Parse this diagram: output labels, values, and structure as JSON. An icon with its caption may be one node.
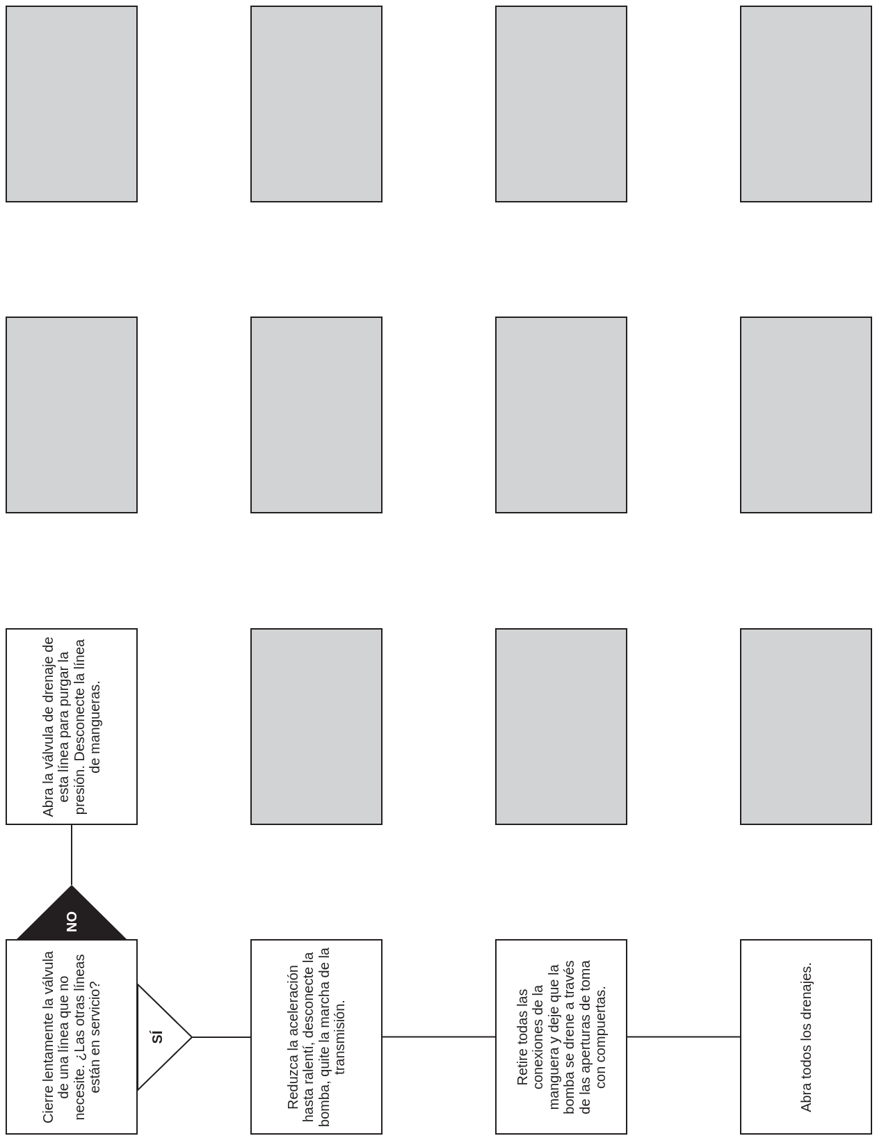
{
  "diagram": {
    "nodes": [
      {
        "text": [],
        "shape": "box"
      },
      {
        "text": [],
        "shape": "box"
      },
      {
        "text": [],
        "shape": "box"
      },
      {
        "text": [],
        "shape": "box"
      },
      {
        "text": [],
        "shape": "box"
      },
      {
        "text": [],
        "shape": "box"
      },
      {
        "text": [],
        "shape": "box"
      },
      {
        "text": [],
        "shape": "box"
      },
      {
        "text": [
          "Abra la válvula de drenaje de esta línea para purgar la presión. Desconecte la línea de mangueras."
        ]
      },
      {
        "text": [],
        "shape": "box"
      },
      {
        "text": [],
        "shape": "box"
      },
      {
        "text": [],
        "shape": "box"
      },
      {
        "text": [
          "NO"
        ]
      },
      {
        "text": [
          "Cierre lentamente la válvula de una línea que no necesite. ¿Las otras líneas están en servicio?"
        ]
      },
      {
        "text": [
          "SÍ"
        ]
      },
      {
        "text": [
          "Reduzca la aceleración hasta ralentí, desconecte la bomba, quite la marcha de la transmisión."
        ]
      },
      {
        "text": [
          "Retire todas las conexiones de la manguera y deje que la bomba se drene a través de las aperturas de toma con compuertas."
        ]
      },
      {
        "text": [
          "Abra todos los drenajes."
        ]
      }
    ],
    "edges": [
      {
        "from": 12,
        "to": 8,
        "arrow": "none"
      },
      {
        "from": 14,
        "to": 15,
        "arrow": "none"
      },
      {
        "from": 15,
        "to": 16,
        "arrow": "none"
      },
      {
        "from": 16,
        "to": 17,
        "arrow": "none"
      }
    ]
  }
}
